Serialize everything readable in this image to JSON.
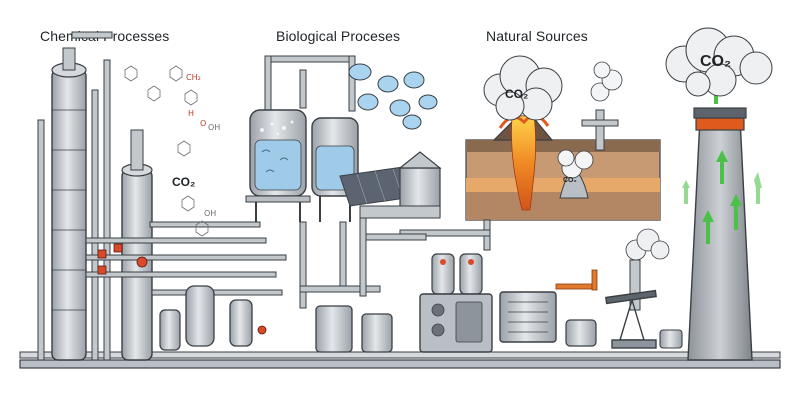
{
  "headings": {
    "chemical": "Chemical Processes",
    "biological": "Biological Proceses",
    "natural": "Natural Sources"
  },
  "labels": {
    "co2_chemical": "CO₂",
    "co2_natural_cloud": "CO₂",
    "co2_natural_vent": "CO₂",
    "co2_stack": "CO₂"
  },
  "chemical_fragments": {
    "ch2": "CH₂",
    "oh_a": "OH",
    "oh_b": "OH",
    "h": "H",
    "o": "O"
  },
  "colors": {
    "steel_light": "#d6dade",
    "steel": "#b9bfc5",
    "steel_dark": "#8d949b",
    "outline": "#3a3f44",
    "liquid_blue": "#9fcbe8",
    "lava_orange": "#f08a24",
    "soil_brown": "#8a6a4e",
    "stack_band": "#e05a1e",
    "arrow_green": "#4cc14a",
    "smoke": "#eef0f2"
  },
  "icons": [
    "distillation-column-icon",
    "bioreactor-icon",
    "volcano-icon",
    "smokestack-icon",
    "green-arrow-icon",
    "smoke-cloud-icon",
    "pump-jack-icon",
    "microbe-icon"
  ]
}
